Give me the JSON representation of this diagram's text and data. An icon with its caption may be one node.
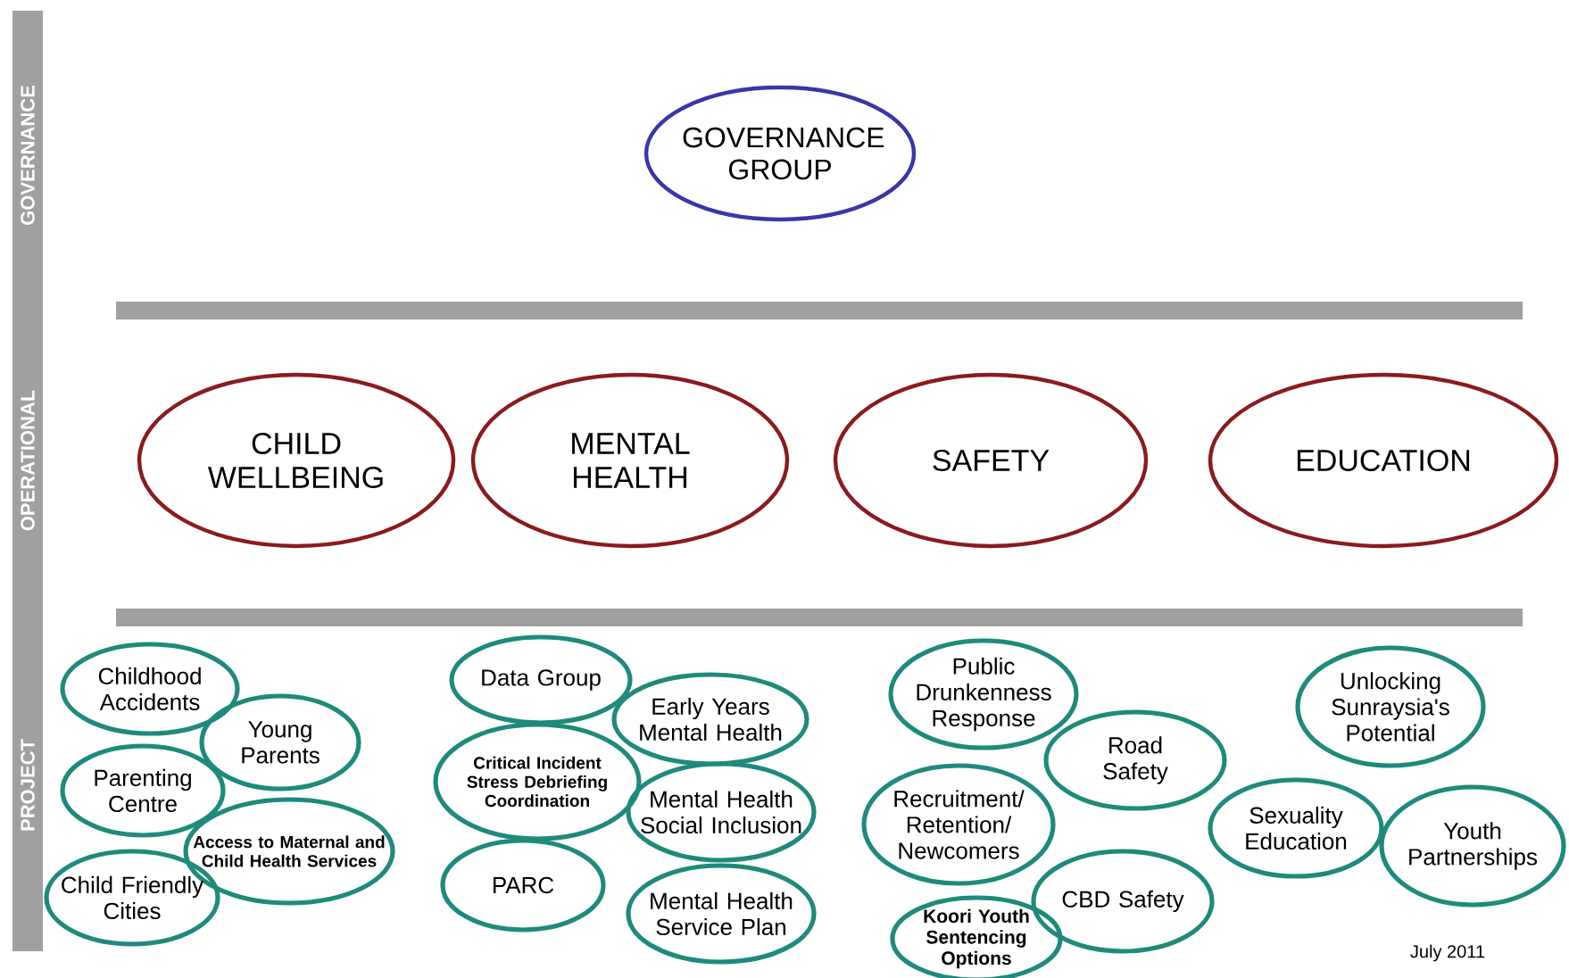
{
  "diagram": {
    "nodes": [
      {
        "text": [
          "GOVERNANCE GROUP"
        ]
      },
      {
        "text": [
          "CHILD WELLBEING"
        ]
      },
      {
        "text": [
          "MENTAL HEALTH"
        ]
      },
      {
        "text": [
          "SAFETY"
        ]
      },
      {
        "text": [
          "EDUCATION"
        ]
      },
      {
        "text": [
          "Childhood Accidents"
        ]
      },
      {
        "text": [
          "Young Parents"
        ]
      },
      {
        "text": [
          "Parenting Centre"
        ]
      },
      {
        "text": [
          "Access to Maternal and Child Health Services"
        ]
      },
      {
        "text": [
          "Child Friendly Cities"
        ]
      },
      {
        "text": [
          "Data Group"
        ]
      },
      {
        "text": [
          "Early Years Mental Health"
        ]
      },
      {
        "text": [
          "Critical Incident Stress Debriefing Coordination"
        ]
      },
      {
        "text": [
          "Mental Health Social Inclusion"
        ]
      },
      {
        "text": [
          "PARC"
        ]
      },
      {
        "text": [
          "Mental Health Service Plan"
        ]
      },
      {
        "text": [
          "Public Drunkenness Response"
        ]
      },
      {
        "text": [
          "Road Safety"
        ]
      },
      {
        "text": [
          "Recruitment/ Retention/ Newcomers"
        ]
      },
      {
        "text": [
          "CBD Safety"
        ]
      },
      {
        "text": [
          "Koori Youth Sentencing Options"
        ]
      },
      {
        "text": [
          "Unlocking Sunraysia's Potential"
        ]
      },
      {
        "text": [
          "Sexuality Education"
        ]
      },
      {
        "text": [
          "Youth Partnerships"
        ]
      }
    ],
    "labels": [
      "GOVERNANCE",
      "OPERATIONAL",
      "PROJECT",
      "July 2011"
    ]
  }
}
